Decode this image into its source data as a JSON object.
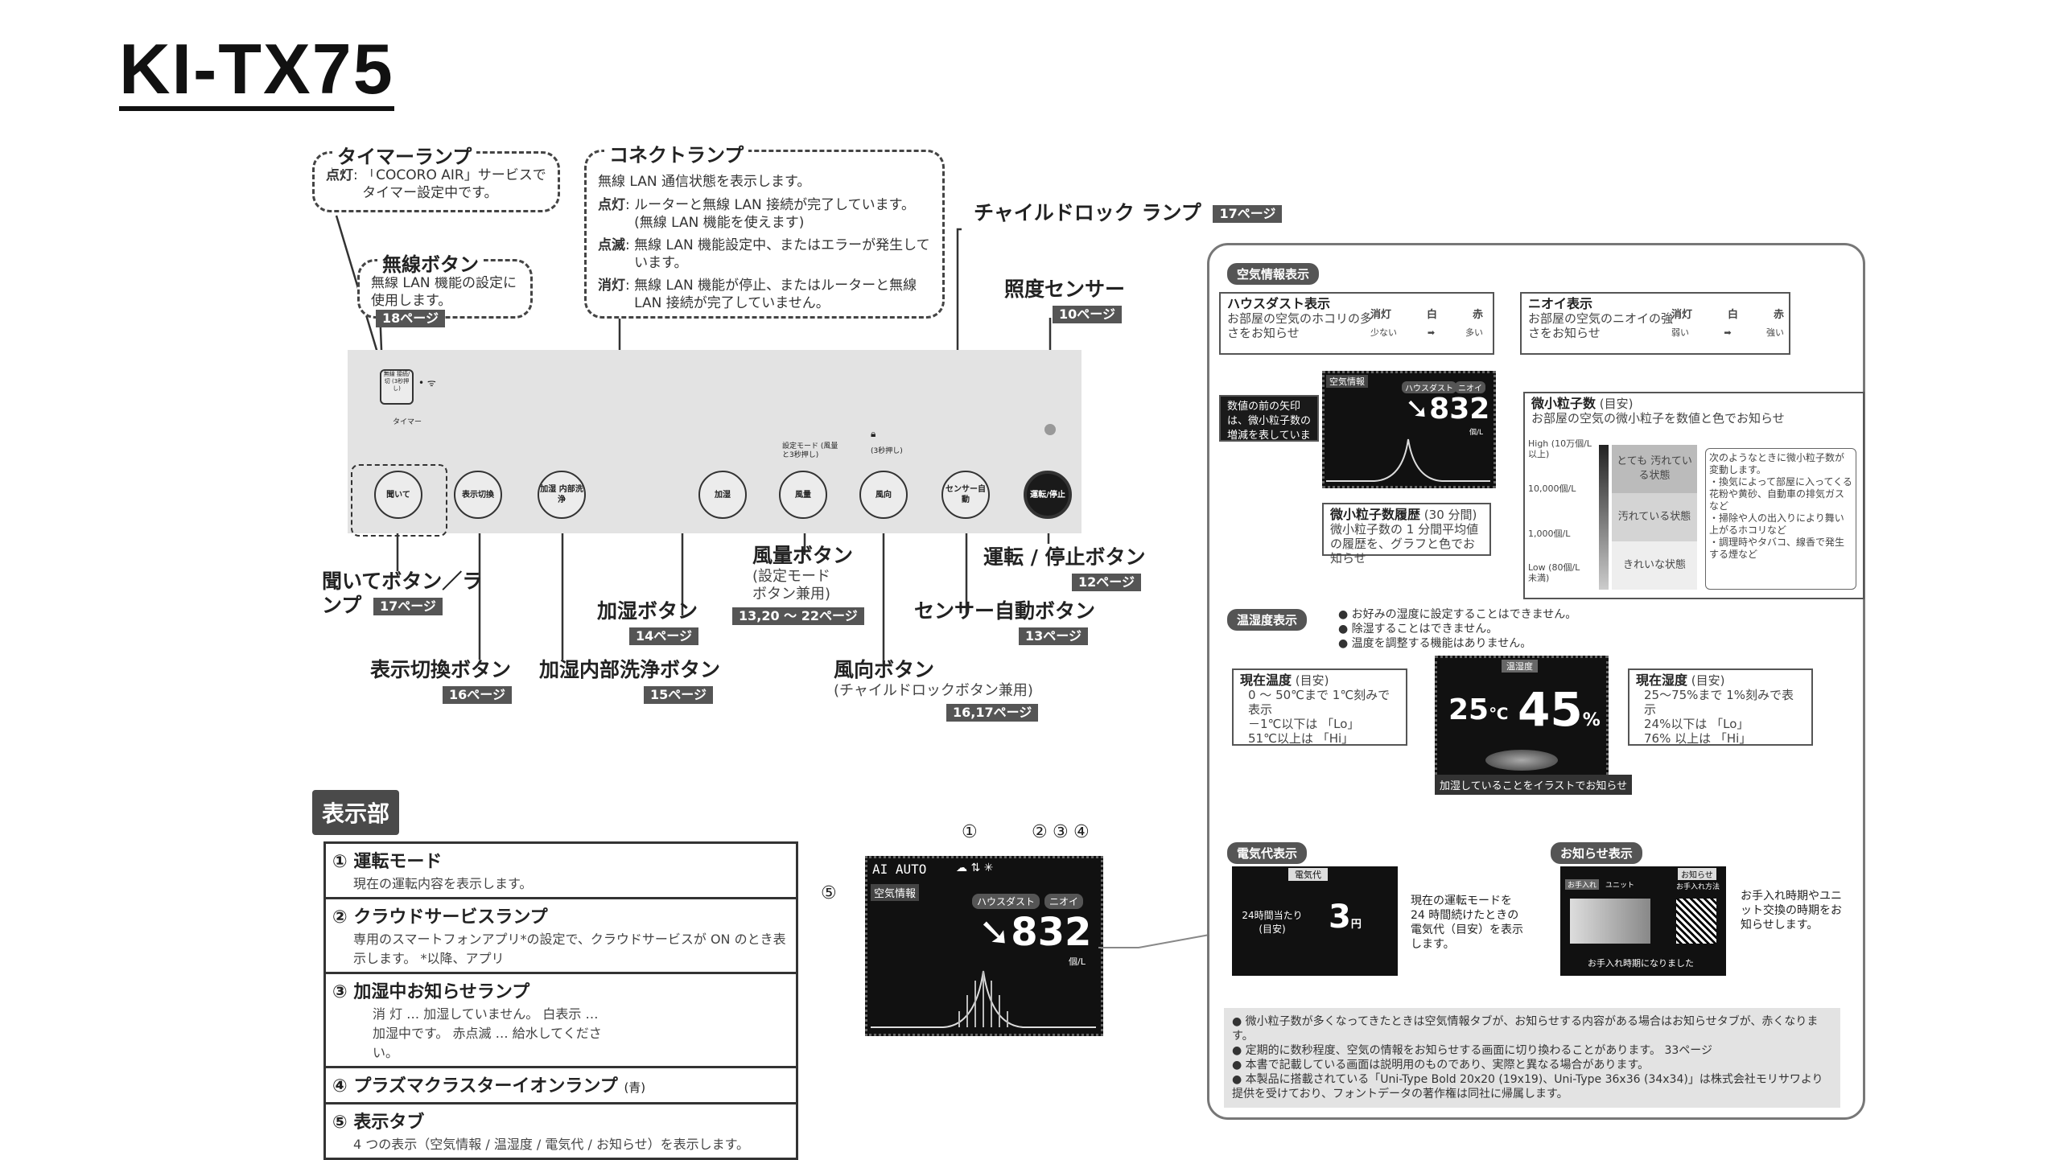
{
  "title": "KI-TX75",
  "callouts": {
    "timer_lamp": {
      "title": "タイマーランプ",
      "key": "点灯",
      "text": "「COCORO AIR」サービスでタイマー設定中です。"
    },
    "wireless_button": {
      "title": "無線ボタン",
      "text": "無線 LAN 機能の設定に使用します。",
      "page": "18ページ"
    },
    "connect_lamp": {
      "title": "コネクトランプ",
      "intro": "無線 LAN 通信状態を表示します。",
      "rows": [
        {
          "key": "点灯",
          "text": "ルーターと無線 LAN 接続が完了しています。(無線 LAN 機能を使えます)"
        },
        {
          "key": "点滅",
          "text": "無線 LAN 機能設定中、またはエラーが発生しています。"
        },
        {
          "key": "消灯",
          "text": "無線 LAN 機能が停止、またはルーターと無線 LAN 接続が完了していません。"
        }
      ]
    }
  },
  "panel": {
    "small_labels": {
      "wireless": "無線 接続/切 (3秒押し)",
      "timer": "タイマー",
      "setting_mode": "設定モード (風量と3秒押し)",
      "lock": "(3秒押し)"
    },
    "buttons": [
      "聞いて",
      "表示切換",
      "加湿 内部洗浄",
      "加湿",
      "風量",
      "風向",
      "センサー自動",
      "運転/停止"
    ]
  },
  "labels": {
    "child_lock": {
      "text": "チャイルドロック ランプ",
      "page": "17ページ"
    },
    "light_sensor": {
      "text": "照度センサー",
      "page": "10ページ"
    },
    "kiite": {
      "text": "聞いてボタン／ランプ",
      "page": "17ページ"
    },
    "display_switch": {
      "text": "表示切換ボタン",
      "page": "16ページ"
    },
    "humid_clean": {
      "text": "加湿内部洗浄ボタン",
      "page": "15ページ"
    },
    "humid": {
      "text": "加湿ボタン",
      "page": "14ページ"
    },
    "air_volume": {
      "text": "風量ボタン",
      "sub": "(設定モード ボタン兼用)",
      "page": "13,20 ～ 22ページ"
    },
    "direction": {
      "text": "風向ボタン",
      "sub": "(チャイルドロックボタン兼用)",
      "page": "16,17ページ"
    },
    "sensor_auto": {
      "text": "センサー自動ボタン",
      "page": "13ページ"
    },
    "run_stop": {
      "text": "運転 / 停止ボタン",
      "page": "12ページ"
    }
  },
  "display_section": {
    "title": "表示部",
    "items": [
      {
        "num": "①",
        "head": "運転モード",
        "body": "現在の運転内容を表示します。"
      },
      {
        "num": "②",
        "head": "クラウドサービスランプ",
        "body": "専用のスマートフォンアプリ*の設定で、クラウドサービスが ON のとき表示します。 *以降、アプリ"
      },
      {
        "num": "③",
        "head": "加湿中お知らせランプ",
        "body": "消 灯 … 加湿していません。 白表示 … 加湿中です。 赤点滅 … 給水してください。"
      },
      {
        "num": "④",
        "head": "プラズマクラスターイオンランプ",
        "body": "(青)"
      },
      {
        "num": "⑤",
        "head": "表示タブ",
        "body": "4 つの表示（空気情報 / 温湿度 / 電気代 / お知らせ）を表示します。"
      }
    ],
    "screen": {
      "mode": "AI AUTO",
      "tab": "空気情報",
      "chip1": "ハウスダスト",
      "chip2": "ニオイ",
      "value": "832",
      "unit": "個/L",
      "markers": [
        "①",
        "②",
        "③",
        "④",
        "⑤"
      ]
    }
  },
  "right_panel": {
    "air_info": {
      "tag": "空気情報表示",
      "house_dust": {
        "title": "ハウスダスト表示",
        "text": "お部屋の空気のホコリの多さをお知らせ",
        "scale": [
          "消灯",
          "白",
          "赤"
        ],
        "scale_sub": [
          "少ない",
          "多い"
        ]
      },
      "odor": {
        "title": "ニオイ表示",
        "text": "お部屋の空気のニオイの強さをお知らせ",
        "scale": [
          "消灯",
          "白",
          "赤"
        ],
        "scale_sub": [
          "弱い",
          "強い"
        ]
      },
      "arrow_note": "数値の前の矢印は、微小粒子数の増減を表しています。",
      "screen": {
        "tab": "空気情報",
        "chip1": "ハウスダスト",
        "chip2": "ニオイ",
        "value": "832",
        "unit": "個/L"
      },
      "history": {
        "title": "微小粒子数履歴",
        "title_sub": "(30 分間)",
        "text": "微小粒子数の 1 分間平均値の履歴を、グラフと色でお知らせ"
      },
      "particles": {
        "title": "微小粒子数",
        "title_sub": "(目安)",
        "text": "お部屋の空気の微小粒子を数値と色でお知らせ",
        "axis": [
          "High (10万個/L以上)",
          "10,000個/L",
          "1,000個/L",
          "Low (80個/L未満)"
        ],
        "levels": [
          "とても 汚れている状態",
          "汚れている状態",
          "きれいな状態"
        ],
        "note_title": "次のようなときに微小粒子数が変動します。",
        "notes": [
          "換気によって部屋に入ってくる花粉や黄砂、自動車の排気ガスなど",
          "掃除や人の出入りにより舞い上がるホコリなど",
          "調理時やタバコ、線香で発生する煙など"
        ]
      }
    },
    "temp_humid": {
      "tag": "温湿度表示",
      "notes": [
        "お好みの湿度に設定することはできません。",
        "除湿することはできません。",
        "温度を調整する機能はありません。"
      ],
      "temp": {
        "title": "現在温度",
        "title_sub": "(目安)",
        "lines": [
          "0 ～ 50℃まで 1℃刻みで表示",
          "－1℃以下は 「Lo」",
          "51℃以上は 「Hi」"
        ]
      },
      "humid": {
        "title": "現在湿度",
        "title_sub": "(目安)",
        "lines": [
          "25～75%まで 1%刻みで表示",
          "24%以下は 「Lo」",
          "76% 以上は 「Hi」"
        ]
      },
      "screen": {
        "tab": "温湿度",
        "temp": "25",
        "temp_unit": "℃",
        "humid": "45",
        "humid_unit": "%"
      },
      "caption": "加湿していることをイラストでお知らせ"
    },
    "electricity": {
      "tag": "電気代表示",
      "screen": {
        "tab": "電気代",
        "label": "24時間当たり (目安)",
        "value": "3",
        "unit": "円"
      },
      "text": "現在の運転モードを 24 時間続けたときの電気代（目安）を表示します。"
    },
    "notice": {
      "tag": "お知らせ表示",
      "screen": {
        "tab": "お知らせ",
        "t1": "お手入れ",
        "t2": "ユニット",
        "t3": "お手入れ方法",
        "bottom": "お手入れ時期になりました"
      },
      "text": "お手入れ時期やユニット交換の時期をお知らせします。"
    },
    "footnotes": [
      "微小粒子数が多くなってきたときは空気情報タブが、お知らせする内容がある場合はお知らせタブが、赤くなります。",
      "定期的に数秒程度、空気の情報をお知らせする画面に切り換わることがあります。 33ページ",
      "本書で記載している画面は説明用のものであり、実際と異なる場合があります。",
      "本製品に搭載されている「Uni-Type Bold 20x20 (19x19)、Uni-Type 36x36 (34x34)」は株式会社モリサワより提供を受けており、フォントデータの著作権は同社に帰属します。"
    ]
  }
}
